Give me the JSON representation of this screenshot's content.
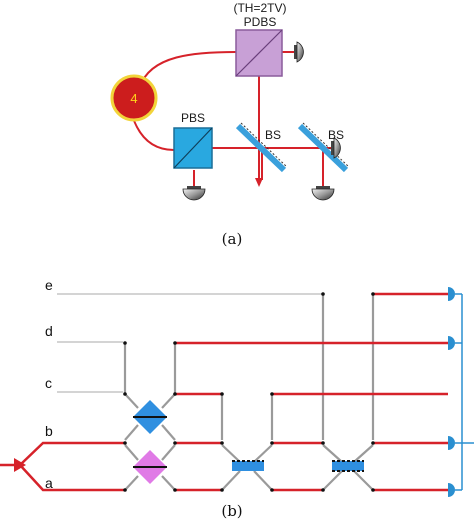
{
  "panel_a": {
    "threshold_label": "(TH=2TV)",
    "pdbs_label": "PDBS",
    "pbs_label": "PBS",
    "bs1_label": "BS",
    "bs2_label": "BS",
    "source_label": "4",
    "caption": "(a)"
  },
  "panel_b": {
    "rails": [
      "e",
      "d",
      "c",
      "b",
      "a"
    ],
    "caption": "(b)"
  },
  "colors": {
    "beam": "#d6222a",
    "pdbs": "#c8a0d6",
    "pbs": "#29a8e0",
    "bs_mirror": "#3aa0dc",
    "source_fill": "#cc1d1d",
    "source_ring": "#f2d43a",
    "waveguide": "#9a9a9a",
    "detector": "#2a8fd0"
  }
}
